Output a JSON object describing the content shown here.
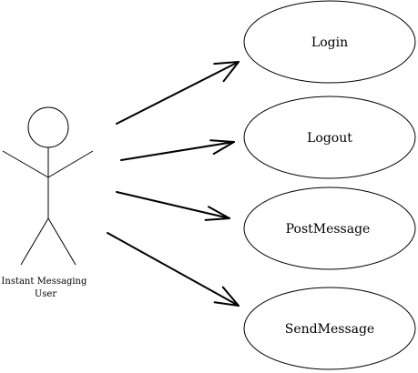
{
  "diagram": {
    "actor": {
      "label_lines": [
        "Instant Messaging",
        "User"
      ]
    },
    "use_cases": [
      {
        "id": "login",
        "label": "Login"
      },
      {
        "id": "logout",
        "label": "Logout"
      },
      {
        "id": "postmessage",
        "label": "PostMessage"
      },
      {
        "id": "sendmessage",
        "label": "SendMessage"
      }
    ],
    "associations": [
      {
        "from": "actor",
        "to": "login"
      },
      {
        "from": "actor",
        "to": "logout"
      },
      {
        "from": "actor",
        "to": "postmessage"
      },
      {
        "from": "actor",
        "to": "sendmessage"
      }
    ],
    "colors": {
      "stroke": "#000000",
      "fill": "#ffffff"
    }
  }
}
